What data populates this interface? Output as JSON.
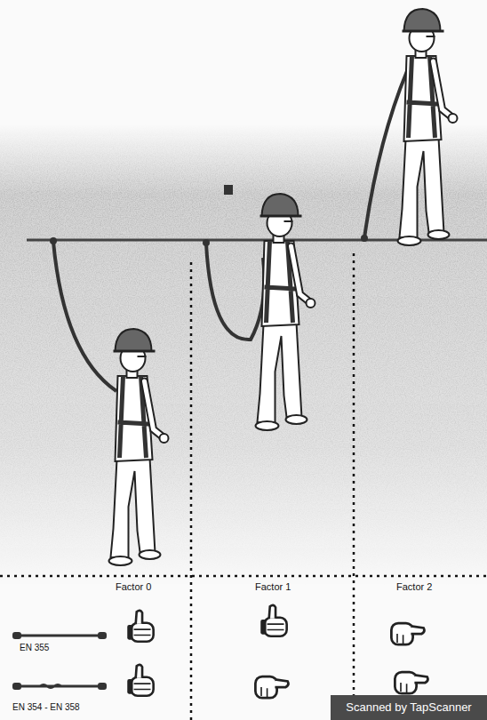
{
  "diagram": {
    "labels": [
      "Factor 0",
      "Factor 1",
      "Factor 2",
      "EN 355",
      "EN 354 - EN 358",
      "Scanned by TapScanner"
    ]
  }
}
